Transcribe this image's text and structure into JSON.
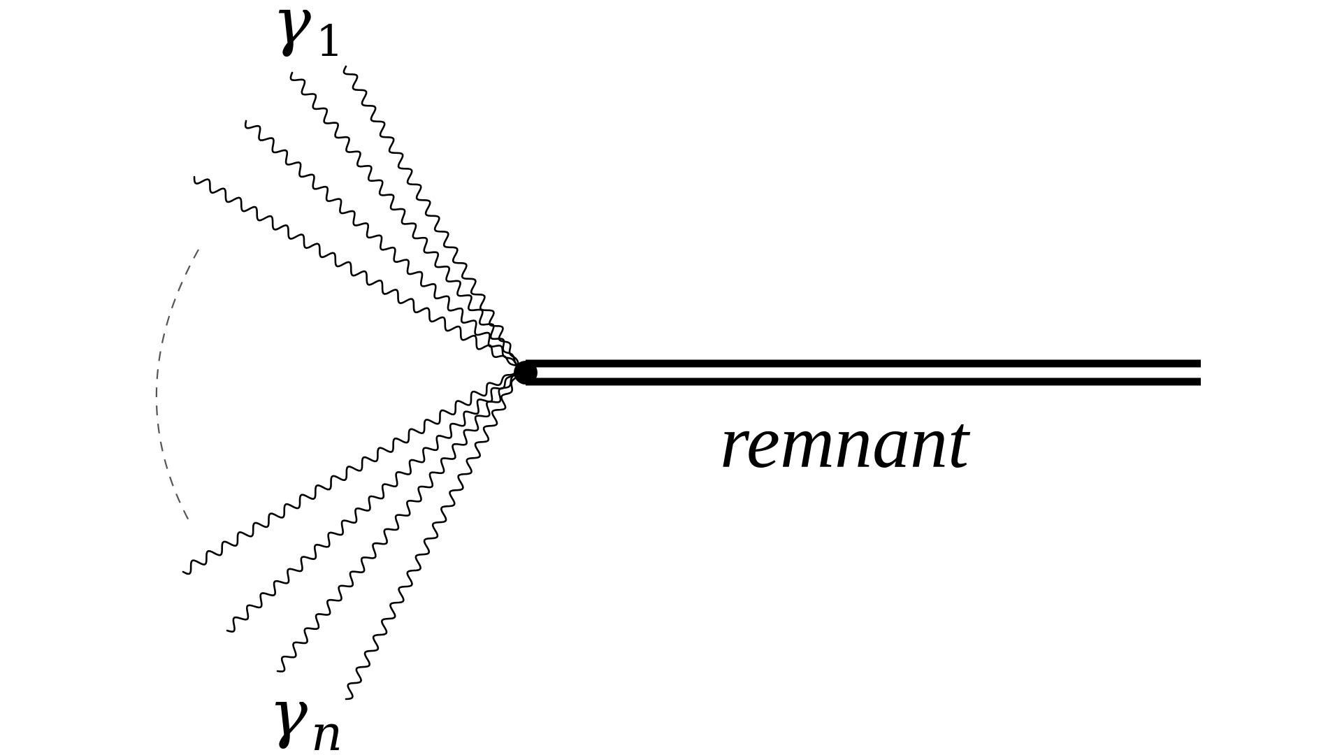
{
  "labels": {
    "first_photon": {
      "symbol": "γ",
      "subscript": "1"
    },
    "last_photon": {
      "symbol": "γ",
      "subscript": "n"
    },
    "remnant": "remnant"
  },
  "diagram": {
    "upper_photon_count": 4,
    "lower_photon_count": 4,
    "remnant_line": "double",
    "has_vertex": true,
    "has_ellipsis_arc": true
  },
  "colors": {
    "ink": "#000000",
    "dash": "#555555",
    "background": "#ffffff"
  }
}
